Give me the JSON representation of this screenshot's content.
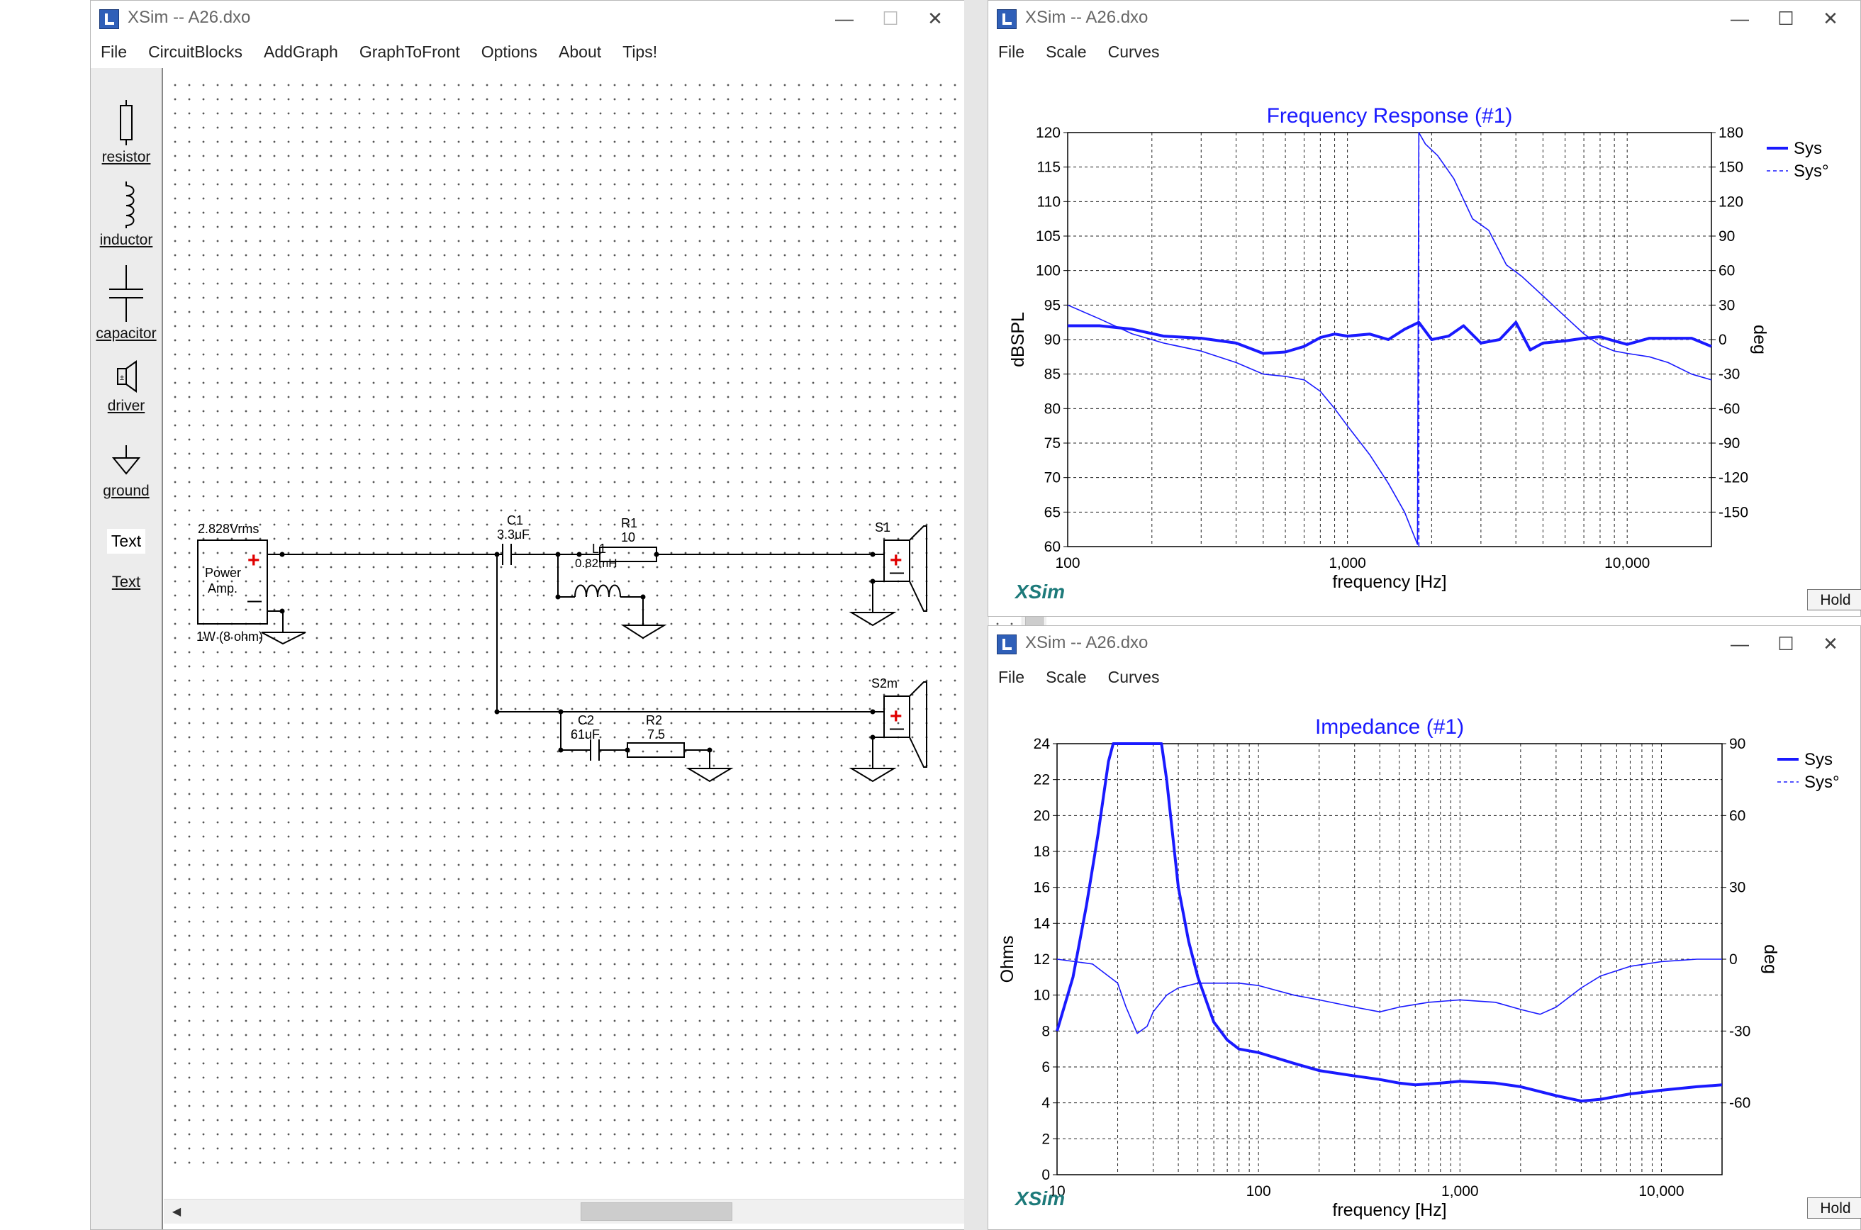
{
  "circuit_window": {
    "title": "XSim -- A26.dxo",
    "minimize": "—",
    "maximize": "☐",
    "close": "✕",
    "menu": [
      "File",
      "CircuitBlocks",
      "AddGraph",
      "GraphToFront",
      "Options",
      "About",
      "Tips!"
    ],
    "tools": [
      {
        "label": "resistor",
        "icon": "resistor-icon"
      },
      {
        "label": "inductor",
        "icon": "inductor-icon"
      },
      {
        "label": "capacitor",
        "icon": "capacitor-icon"
      },
      {
        "label": "driver",
        "icon": "driver-icon"
      },
      {
        "label": "ground",
        "icon": "ground-icon"
      },
      {
        "label": "Text",
        "icon": "text-icon"
      },
      {
        "label": "Text",
        "icon": "text-underlined"
      }
    ],
    "schematic": {
      "amp_voltage": "2.828Vrms",
      "amp_name_line1": "Power",
      "amp_name_line2": "Amp.",
      "amp_power": "1W (8 ohm)",
      "c1_name": "C1",
      "c1_value": "3.3uF",
      "l1_name": "L1",
      "l1_value": "0.82mH",
      "r1_name": "R1",
      "r1_value": "10",
      "s1_name": "S1",
      "c2_name": "C2",
      "c2_value": "61uF",
      "r2_name": "R2",
      "r2_value": "7.5",
      "s2_name": "S2m",
      "plus": "+",
      "minus": "—"
    }
  },
  "freq_window": {
    "title": "XSim -- A26.dxo",
    "menu": [
      "File",
      "Scale",
      "Curves"
    ],
    "hold": "Hold",
    "logo": "XSim"
  },
  "imp_window": {
    "title": "XSim -- A26.dxo",
    "menu": [
      "File",
      "Scale",
      "Curves"
    ],
    "hold": "Hold",
    "logo": "XSim"
  },
  "chart_data": [
    {
      "type": "line",
      "title": "Frequency Response (#1)",
      "xlabel": "frequency [Hz]",
      "ylabel": "dBSPL",
      "y2label": "deg",
      "xscale": "log",
      "xlim": [
        100,
        20000
      ],
      "ylim": [
        60,
        120
      ],
      "y2lim": [
        -180,
        180
      ],
      "xticks": [
        {
          "v": 100,
          "label": "100"
        },
        {
          "v": 1000,
          "label": "1,000"
        },
        {
          "v": 10000,
          "label": "10,000"
        }
      ],
      "yticks": [
        60,
        65,
        70,
        75,
        80,
        85,
        90,
        95,
        100,
        105,
        110,
        115,
        120
      ],
      "y2ticks": [
        -150,
        -120,
        -90,
        -60,
        -30,
        0,
        30,
        60,
        90,
        120,
        150,
        180
      ],
      "grid": true,
      "legend": "top-right",
      "series": [
        {
          "name": "Sys",
          "axis": "left",
          "style": "solid",
          "x": [
            100,
            130,
            170,
            220,
            300,
            400,
            500,
            600,
            700,
            800,
            900,
            1000,
            1200,
            1400,
            1600,
            1800,
            2000,
            2300,
            2600,
            3000,
            3500,
            4000,
            4500,
            5000,
            6000,
            7000,
            8000,
            9000,
            10000,
            12000,
            14000,
            17000,
            20000
          ],
          "y": [
            92,
            92,
            91.5,
            90.5,
            90.2,
            89.5,
            88,
            88.2,
            89,
            90.3,
            90.8,
            90.5,
            90.8,
            90,
            91.5,
            92.5,
            90,
            90.5,
            92,
            89.5,
            90,
            92.5,
            88.5,
            89.5,
            89.8,
            90.2,
            90.4,
            89.8,
            89.3,
            90.2,
            90.2,
            90.2,
            89
          ]
        },
        {
          "name": "Sys°",
          "axis": "right",
          "style": "solid",
          "x": [
            100,
            130,
            170,
            220,
            300,
            400,
            500,
            600,
            700,
            800,
            900,
            1000,
            1200,
            1400,
            1600,
            1780,
            1800,
            1900,
            2100,
            2400,
            2800,
            3200,
            3700,
            4200,
            5000,
            6000,
            7000,
            8000,
            9000,
            10000,
            12000,
            14000,
            17000,
            20000
          ],
          "y": [
            30,
            18,
            5,
            -3,
            -10,
            -20,
            -30,
            -32,
            -35,
            -45,
            -60,
            -75,
            -100,
            -125,
            -150,
            -178,
            180,
            170,
            160,
            140,
            105,
            95,
            65,
            55,
            38,
            20,
            5,
            -5,
            -10,
            -12,
            -15,
            -20,
            -30,
            -35
          ]
        }
      ]
    },
    {
      "type": "line",
      "title": "Impedance (#1)",
      "xlabel": "frequency [Hz]",
      "ylabel": "Ohms",
      "y2label": "deg",
      "xscale": "log",
      "xlim": [
        10,
        20000
      ],
      "ylim": [
        0,
        24
      ],
      "y2lim": [
        -90,
        90
      ],
      "xticks": [
        {
          "v": 10,
          "label": "10"
        },
        {
          "v": 100,
          "label": "100"
        },
        {
          "v": 1000,
          "label": "1,000"
        },
        {
          "v": 10000,
          "label": "10,000"
        }
      ],
      "yticks": [
        0,
        2,
        4,
        6,
        8,
        10,
        12,
        14,
        16,
        18,
        20,
        22,
        24
      ],
      "y2ticks": [
        -60,
        -30,
        0,
        30,
        60,
        90
      ],
      "grid": true,
      "legend": "top-right",
      "series": [
        {
          "name": "Sys",
          "axis": "left",
          "style": "solid",
          "x": [
            10,
            12,
            14,
            16,
            18,
            19,
            33,
            35,
            40,
            45,
            50,
            60,
            70,
            80,
            100,
            150,
            200,
            300,
            400,
            500,
            600,
            800,
            1000,
            1500,
            2000,
            3000,
            4000,
            5000,
            7000,
            10000,
            15000,
            20000
          ],
          "y": [
            8,
            11,
            15,
            19,
            23,
            24,
            24,
            22,
            16,
            13,
            11,
            8.5,
            7.5,
            7,
            6.8,
            6.2,
            5.8,
            5.5,
            5.3,
            5.1,
            5,
            5.1,
            5.2,
            5.1,
            4.9,
            4.4,
            4.1,
            4.2,
            4.5,
            4.7,
            4.9,
            5
          ]
        },
        {
          "name": "Sys°",
          "axis": "right",
          "style": "solid",
          "x": [
            10,
            15,
            20,
            22,
            25,
            28,
            30,
            35,
            40,
            50,
            60,
            80,
            100,
            150,
            200,
            300,
            400,
            500,
            700,
            1000,
            1500,
            2000,
            2500,
            3000,
            4000,
            5000,
            7000,
            10000,
            15000,
            20000
          ],
          "y": [
            0,
            -2,
            -10,
            -20,
            -31,
            -28,
            -22,
            -15,
            -12,
            -10,
            -10,
            -10,
            -11,
            -15,
            -17,
            -20,
            -22,
            -20,
            -18,
            -17,
            -18,
            -21,
            -23,
            -20,
            -12,
            -7,
            -3,
            -1,
            0,
            0
          ]
        }
      ]
    }
  ]
}
